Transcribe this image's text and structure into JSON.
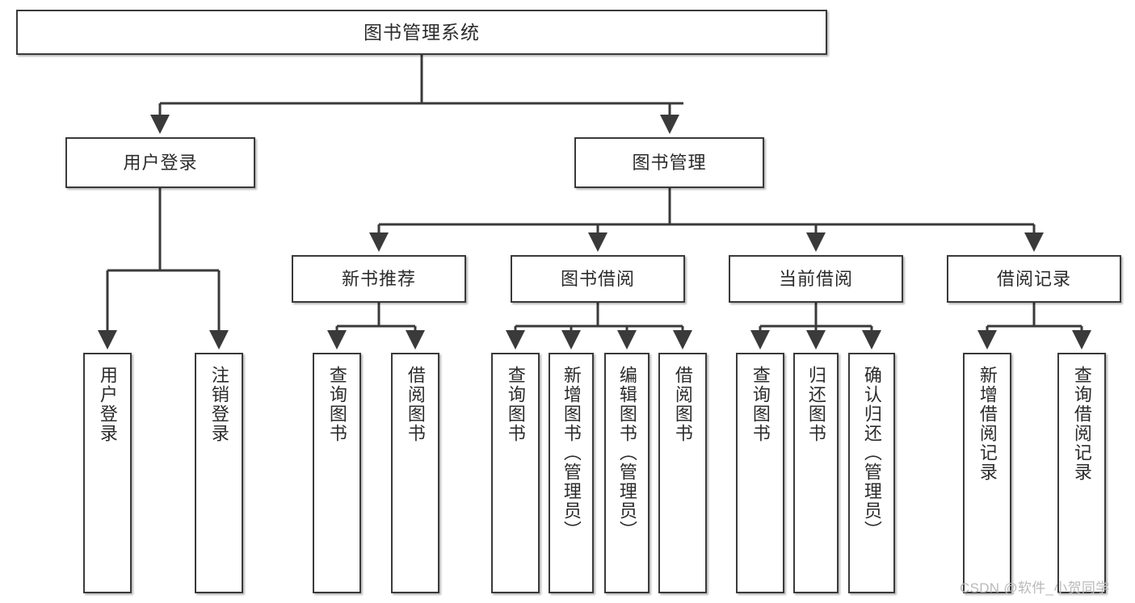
{
  "diagram": {
    "title": "图书管理系统",
    "type": "hierarchy-tree",
    "root": {
      "label": "图书管理系统"
    },
    "level2": [
      {
        "label": "用户登录"
      },
      {
        "label": "图书管理"
      }
    ],
    "level3": [
      {
        "label": "新书推荐"
      },
      {
        "label": "图书借阅"
      },
      {
        "label": "当前借阅"
      },
      {
        "label": "借阅记录"
      }
    ],
    "leaves": {
      "user_login": [
        {
          "label": "用户登录"
        },
        {
          "label": "注销登录"
        }
      ],
      "new_book_recommend": [
        {
          "label": "查询图书"
        },
        {
          "label": "借阅图书"
        }
      ],
      "book_borrow": [
        {
          "label": "查询图书"
        },
        {
          "label": "新增图书（管理员）"
        },
        {
          "label": "编辑图书（管理员）"
        },
        {
          "label": "借阅图书"
        }
      ],
      "current_borrow": [
        {
          "label": "查询图书"
        },
        {
          "label": "归还图书"
        },
        {
          "label": "确认归还（管理员）"
        }
      ],
      "borrow_record": [
        {
          "label": "新增借阅记录"
        },
        {
          "label": "查询借阅记录"
        }
      ]
    }
  },
  "watermark": {
    "text": "CSDN @软件_小贺同学"
  },
  "colors": {
    "stroke": "#3a3a3a",
    "background": "#ffffff",
    "text": "#2b2b2b",
    "watermark": "#b9b9b9"
  }
}
